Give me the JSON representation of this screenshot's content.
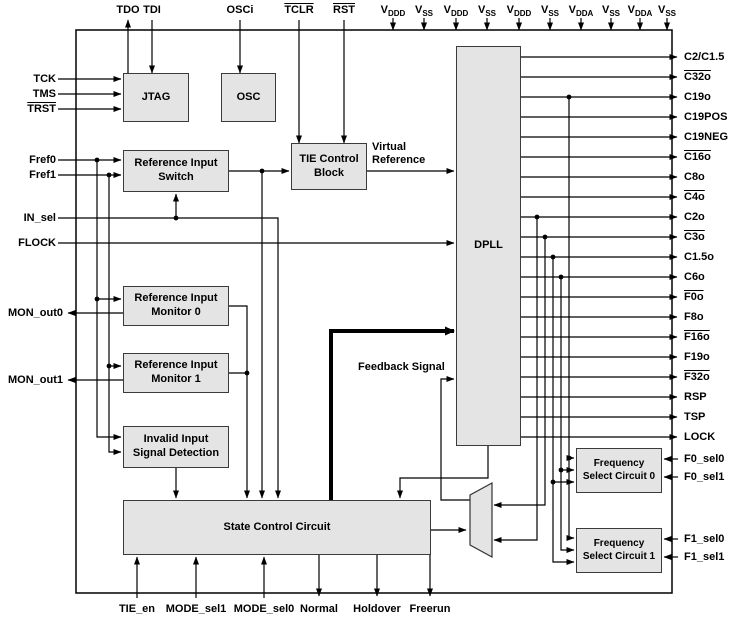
{
  "diagram": {
    "blocks": {
      "jtag": "JTAG",
      "osc": "OSC",
      "ref_input_switch": "Reference Input Switch",
      "tie_control_block": "TIE Control Block",
      "dpll": "DPLL",
      "ref_input_monitor_0": "Reference Input Monitor 0",
      "ref_input_monitor_1": "Reference Input Monitor 1",
      "invalid_input_signal_detection": "Invalid Input Signal Detection",
      "state_control_circuit": "State Control Circuit",
      "freq_select_circuit_0": "Frequency Select Circuit 0",
      "freq_select_circuit_1": "Frequency Select Circuit 1"
    },
    "annotations": {
      "virtual_reference": "Virtual Reference",
      "feedback_signal": "Feedback Signal"
    },
    "pins": {
      "top": {
        "tdo": "TDO",
        "tdi": "TDI",
        "osci": "OSCi",
        "tclr": "TCLR",
        "rst": "RST",
        "power": [
          {
            "base": "V",
            "sub": "DDD"
          },
          {
            "base": "V",
            "sub": "SS"
          },
          {
            "base": "V",
            "sub": "DDD"
          },
          {
            "base": "V",
            "sub": "SS"
          },
          {
            "base": "V",
            "sub": "DDD"
          },
          {
            "base": "V",
            "sub": "SS"
          },
          {
            "base": "V",
            "sub": "DDA"
          },
          {
            "base": "V",
            "sub": "SS"
          },
          {
            "base": "V",
            "sub": "DDA"
          },
          {
            "base": "V",
            "sub": "SS"
          }
        ]
      },
      "left": {
        "tck": "TCK",
        "tms": "TMS",
        "trst": "TRST",
        "fref0": "Fref0",
        "fref1": "Fref1",
        "in_sel": "IN_sel",
        "flock": "FLOCK",
        "mon_out0": "MON_out0",
        "mon_out1": "MON_out1"
      },
      "right": {
        "outputs": [
          "C2/C1.5",
          "C32o",
          "C19o",
          "C19POS",
          "C19NEG",
          "C16o",
          "C8o",
          "C4o",
          "C2o",
          "C3o",
          "C1.5o",
          "C6o",
          "F0o",
          "F8o",
          "F16o",
          "F19o",
          "F32o",
          "RSP",
          "TSP",
          "LOCK"
        ],
        "selects": [
          "F0_sel0",
          "F0_sel1",
          "F1_sel0",
          "F1_sel1"
        ]
      },
      "bottom": [
        "TIE_en",
        "MODE_sel1",
        "MODE_sel0",
        "Normal",
        "Holdover",
        "Freerun"
      ]
    }
  }
}
